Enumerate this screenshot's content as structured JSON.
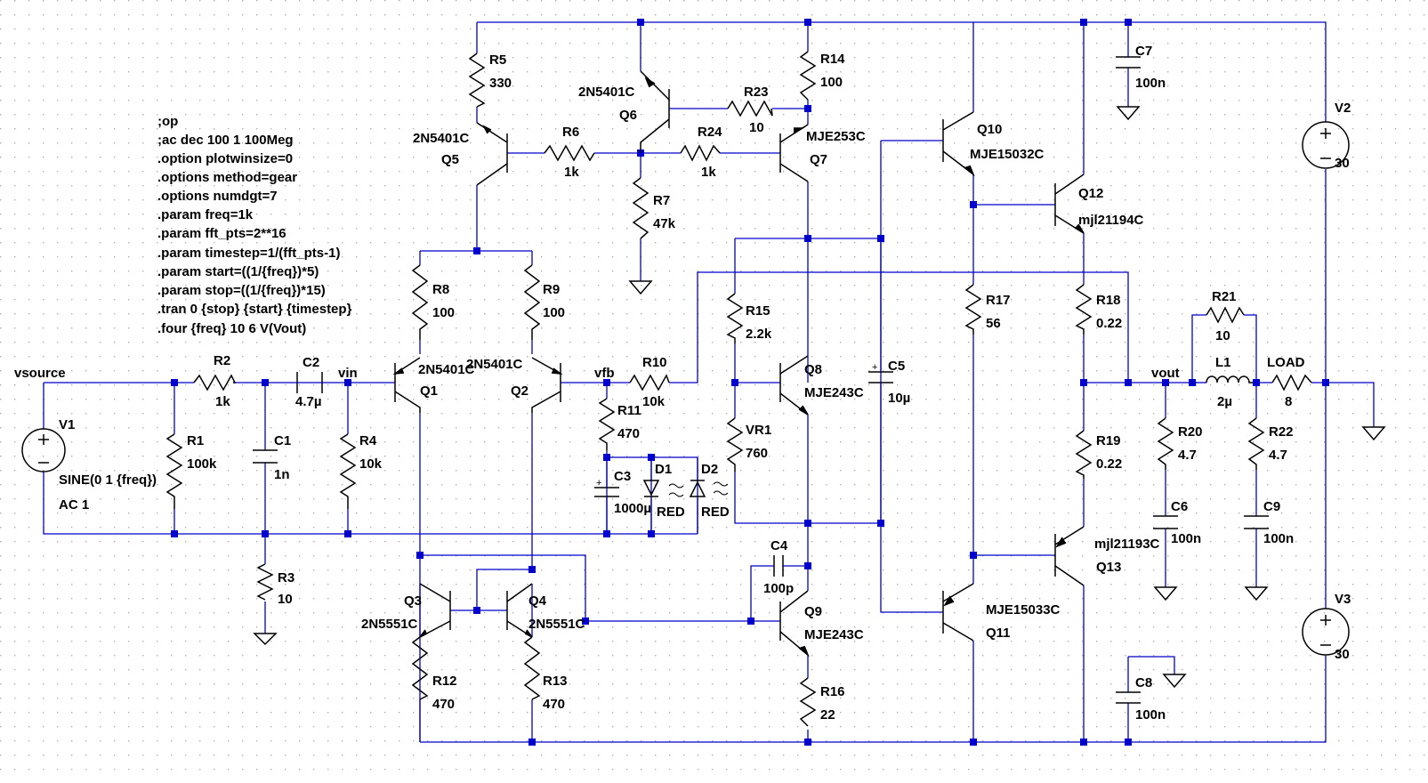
{
  "directives": [
    ";op",
    ";ac dec 100 1 100Meg",
    ".option plotwinsize=0",
    ".options method=gear",
    ".options numdgt=7",
    ".param freq=1k",
    ".param fft_pts=2**16",
    ".param timestep=1/(fft_pts-1)",
    ".param start=((1/{freq})*5)",
    ".param stop=((1/{freq})*15)",
    ".tran 0 {stop} {start} {timestep}",
    ".four {freq} 10 6 V(Vout)"
  ],
  "nets": {
    "vsource": "vsource",
    "vin": "vin",
    "vfb": "vfb",
    "vout": "vout"
  },
  "resistors": {
    "R1": {
      "name": "R1",
      "value": "100k"
    },
    "R2": {
      "name": "R2",
      "value": "1k"
    },
    "R3": {
      "name": "R3",
      "value": "10"
    },
    "R4": {
      "name": "R4",
      "value": "10k"
    },
    "R5": {
      "name": "R5",
      "value": "330"
    },
    "R6": {
      "name": "R6",
      "value": "1k"
    },
    "R7": {
      "name": "R7",
      "value": "47k"
    },
    "R8": {
      "name": "R8",
      "value": "100"
    },
    "R9": {
      "name": "R9",
      "value": "100"
    },
    "R10": {
      "name": "R10",
      "value": "10k"
    },
    "R11": {
      "name": "R11",
      "value": "470"
    },
    "R12": {
      "name": "R12",
      "value": "470"
    },
    "R13": {
      "name": "R13",
      "value": "470"
    },
    "R14": {
      "name": "R14",
      "value": "100"
    },
    "R15": {
      "name": "R15",
      "value": "2.2k"
    },
    "R16": {
      "name": "R16",
      "value": "22"
    },
    "R17": {
      "name": "R17",
      "value": "56"
    },
    "R18": {
      "name": "R18",
      "value": "0.22"
    },
    "R19": {
      "name": "R19",
      "value": "0.22"
    },
    "R20": {
      "name": "R20",
      "value": "4.7"
    },
    "R21": {
      "name": "R21",
      "value": "10"
    },
    "R22": {
      "name": "R22",
      "value": "4.7"
    },
    "R23": {
      "name": "R23",
      "value": "10"
    },
    "R24": {
      "name": "R24",
      "value": "1k"
    },
    "VR1": {
      "name": "VR1",
      "value": "760"
    },
    "LOAD": {
      "name": "LOAD",
      "value": "8"
    }
  },
  "capacitors": {
    "C1": {
      "name": "C1",
      "value": "1n"
    },
    "C2": {
      "name": "C2",
      "value": "4.7µ"
    },
    "C3": {
      "name": "C3",
      "value": "1000µ"
    },
    "C4": {
      "name": "C4",
      "value": "100p"
    },
    "C5": {
      "name": "C5",
      "value": "10µ"
    },
    "C6": {
      "name": "C6",
      "value": "100n"
    },
    "C7": {
      "name": "C7",
      "value": "100n"
    },
    "C8": {
      "name": "C8",
      "value": "100n"
    },
    "C9": {
      "name": "C9",
      "value": "100n"
    }
  },
  "inductors": {
    "L1": {
      "name": "L1",
      "value": "2µ"
    }
  },
  "diodes": {
    "D1": {
      "name": "D1",
      "value": "RED"
    },
    "D2": {
      "name": "D2",
      "value": "RED"
    }
  },
  "transistors": {
    "Q1": {
      "name": "Q1",
      "model": "2N5401C"
    },
    "Q2": {
      "name": "Q2",
      "model": "2N5401C"
    },
    "Q3": {
      "name": "Q3",
      "model": "2N5551C"
    },
    "Q4": {
      "name": "Q4",
      "model": "2N5551C"
    },
    "Q5": {
      "name": "Q5",
      "model": "2N5401C"
    },
    "Q6": {
      "name": "Q6",
      "model": "2N5401C"
    },
    "Q7": {
      "name": "Q7",
      "model": "MJE253C"
    },
    "Q8": {
      "name": "Q8",
      "model": "MJE243C"
    },
    "Q9": {
      "name": "Q9",
      "model": "MJE243C"
    },
    "Q10": {
      "name": "Q10",
      "model": "MJE15032C"
    },
    "Q11": {
      "name": "Q11",
      "model": "MJE15033C"
    },
    "Q12": {
      "name": "Q12",
      "model": "mjl21194C"
    },
    "Q13": {
      "name": "Q13",
      "model": "mjl21193C"
    }
  },
  "sources": {
    "V1": {
      "name": "V1",
      "value": "SINE(0 1 {freq})",
      "value2": "AC 1"
    },
    "V2": {
      "name": "V2",
      "value": "30"
    },
    "V3": {
      "name": "V3",
      "value": "30"
    }
  },
  "colors": {
    "background": "#ffffff",
    "wire": "#0000cc",
    "component": "#000000",
    "grid_dot": "#b0b0b0"
  }
}
